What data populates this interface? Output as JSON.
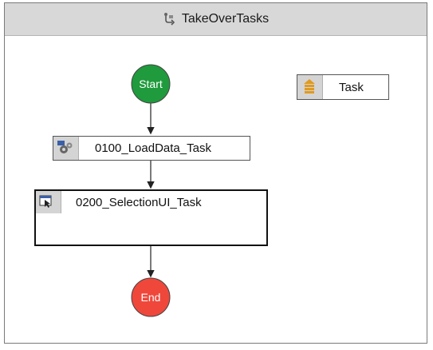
{
  "diagram": {
    "title": "TakeOverTasks",
    "title_icon": "workflow-icon",
    "start_label": "Start",
    "end_label": "End",
    "tasks": [
      {
        "label": "0100_LoadData_Task",
        "icon": "gears-task-icon"
      },
      {
        "label": "0200_SelectionUI_Task",
        "icon": "ui-window-task-icon"
      }
    ],
    "legend": {
      "label": "Task",
      "icon": "task-stack-icon"
    },
    "colors": {
      "start_fill": "#1f9a3c",
      "end_fill": "#f0473b",
      "title_bar": "#d8d8d8"
    }
  }
}
